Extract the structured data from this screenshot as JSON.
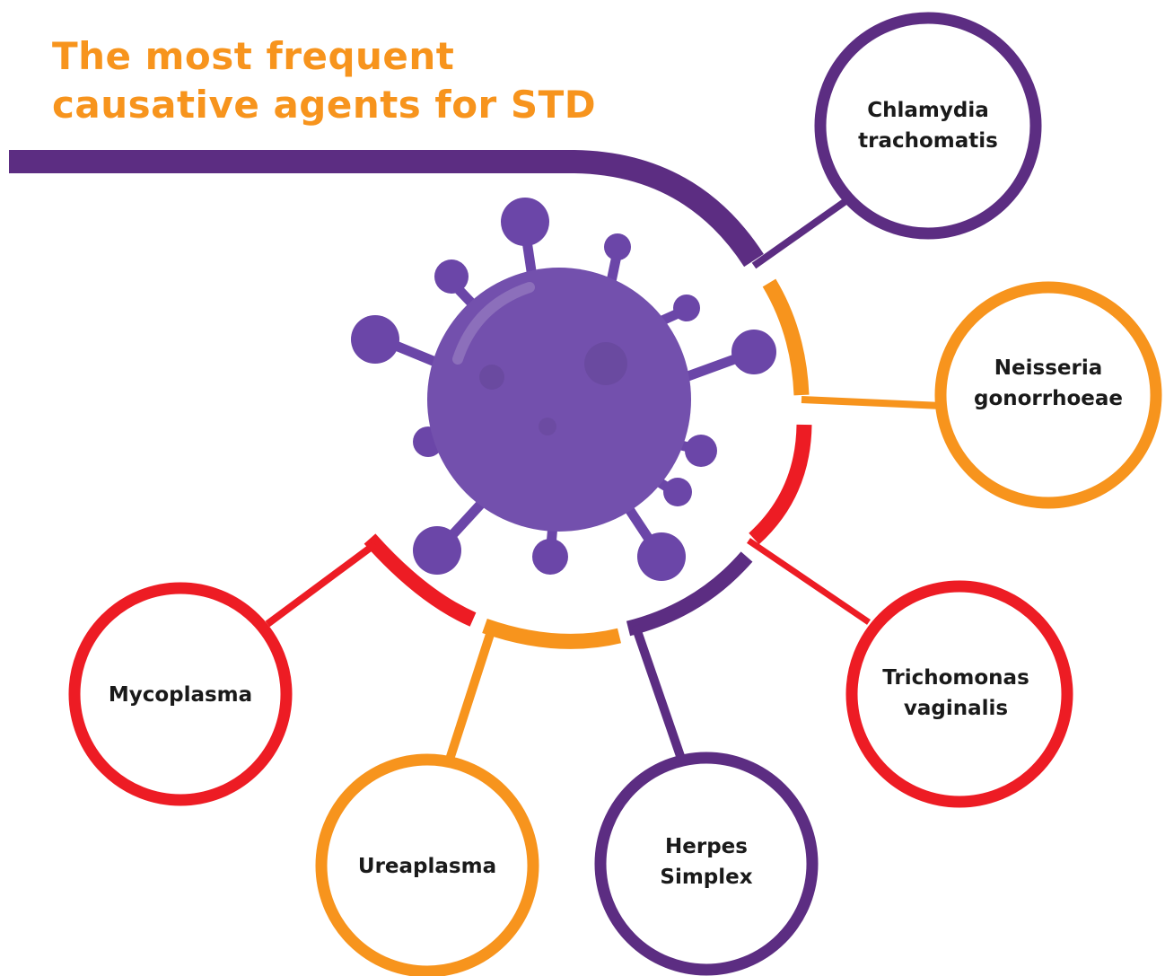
{
  "title": {
    "line1": "The most frequent",
    "line2": "causative agents for STD"
  },
  "colors": {
    "purple": "#5c2d82",
    "orange": "#f7941d",
    "red": "#ed1c24",
    "virus": "#6b46a8",
    "title": "#f7941d"
  },
  "center_icon": "virus-icon",
  "agents": [
    {
      "line1": "Chlamydia",
      "line2": "trachomatis",
      "color": "purple"
    },
    {
      "line1": "Neisseria",
      "line2": "gonorrhoeae",
      "color": "orange"
    },
    {
      "line1": "Trichomonas",
      "line2": "vaginalis",
      "color": "red"
    },
    {
      "line1": "Herpes",
      "line2": "Simplex",
      "color": "purple"
    },
    {
      "line1": "Ureaplasma",
      "line2": "",
      "color": "orange"
    },
    {
      "line1": "Mycoplasma",
      "line2": "",
      "color": "red"
    }
  ]
}
